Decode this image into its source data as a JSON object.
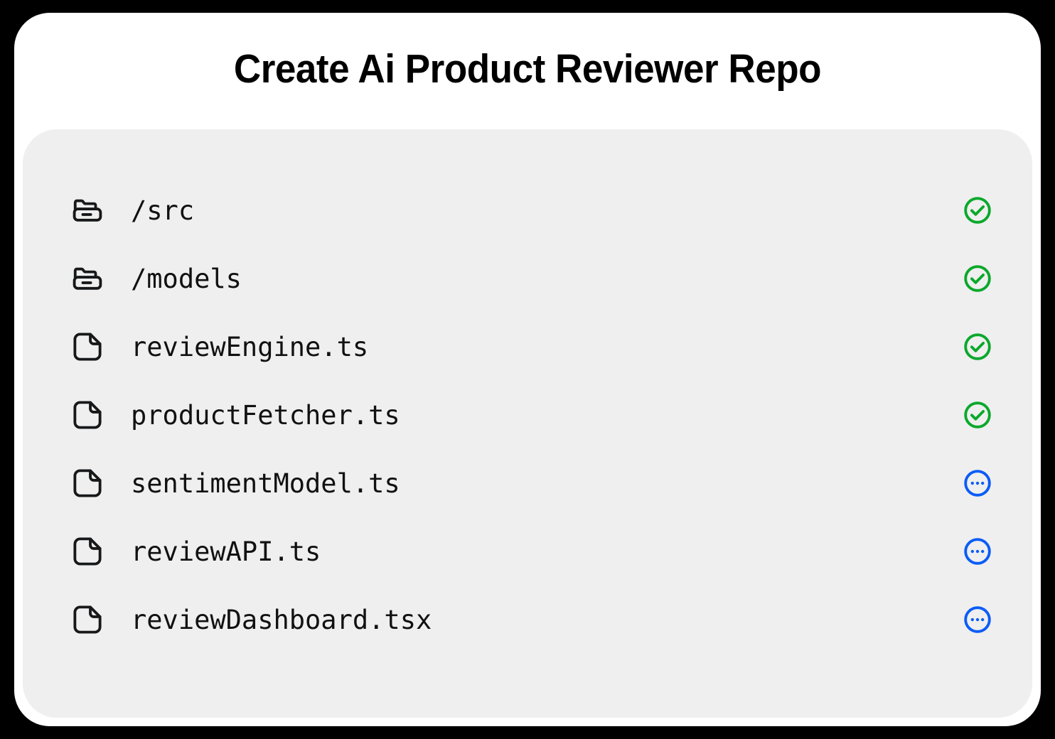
{
  "window": {
    "background_color": "#000000",
    "card_color": "#ffffff"
  },
  "header": {
    "title": "Create Ai Product Reviewer Repo"
  },
  "panel": {
    "background_color": "#efefef"
  },
  "status_colors": {
    "done": "#0ba82b",
    "pending": "#0b5cf6"
  },
  "files": [
    {
      "name": "/src",
      "icon": "folder-archive-icon",
      "status": "done",
      "status_icon": "check-circle-icon"
    },
    {
      "name": "/models",
      "icon": "folder-archive-icon",
      "status": "done",
      "status_icon": "check-circle-icon"
    },
    {
      "name": "reviewEngine.ts",
      "icon": "file-icon",
      "status": "done",
      "status_icon": "check-circle-icon"
    },
    {
      "name": "productFetcher.ts",
      "icon": "file-icon",
      "status": "done",
      "status_icon": "check-circle-icon"
    },
    {
      "name": "sentimentModel.ts",
      "icon": "file-icon",
      "status": "pending",
      "status_icon": "ellipsis-circle-icon"
    },
    {
      "name": "reviewAPI.ts",
      "icon": "file-icon",
      "status": "pending",
      "status_icon": "ellipsis-circle-icon"
    },
    {
      "name": "reviewDashboard.tsx",
      "icon": "file-icon",
      "status": "pending",
      "status_icon": "ellipsis-circle-icon"
    }
  ]
}
